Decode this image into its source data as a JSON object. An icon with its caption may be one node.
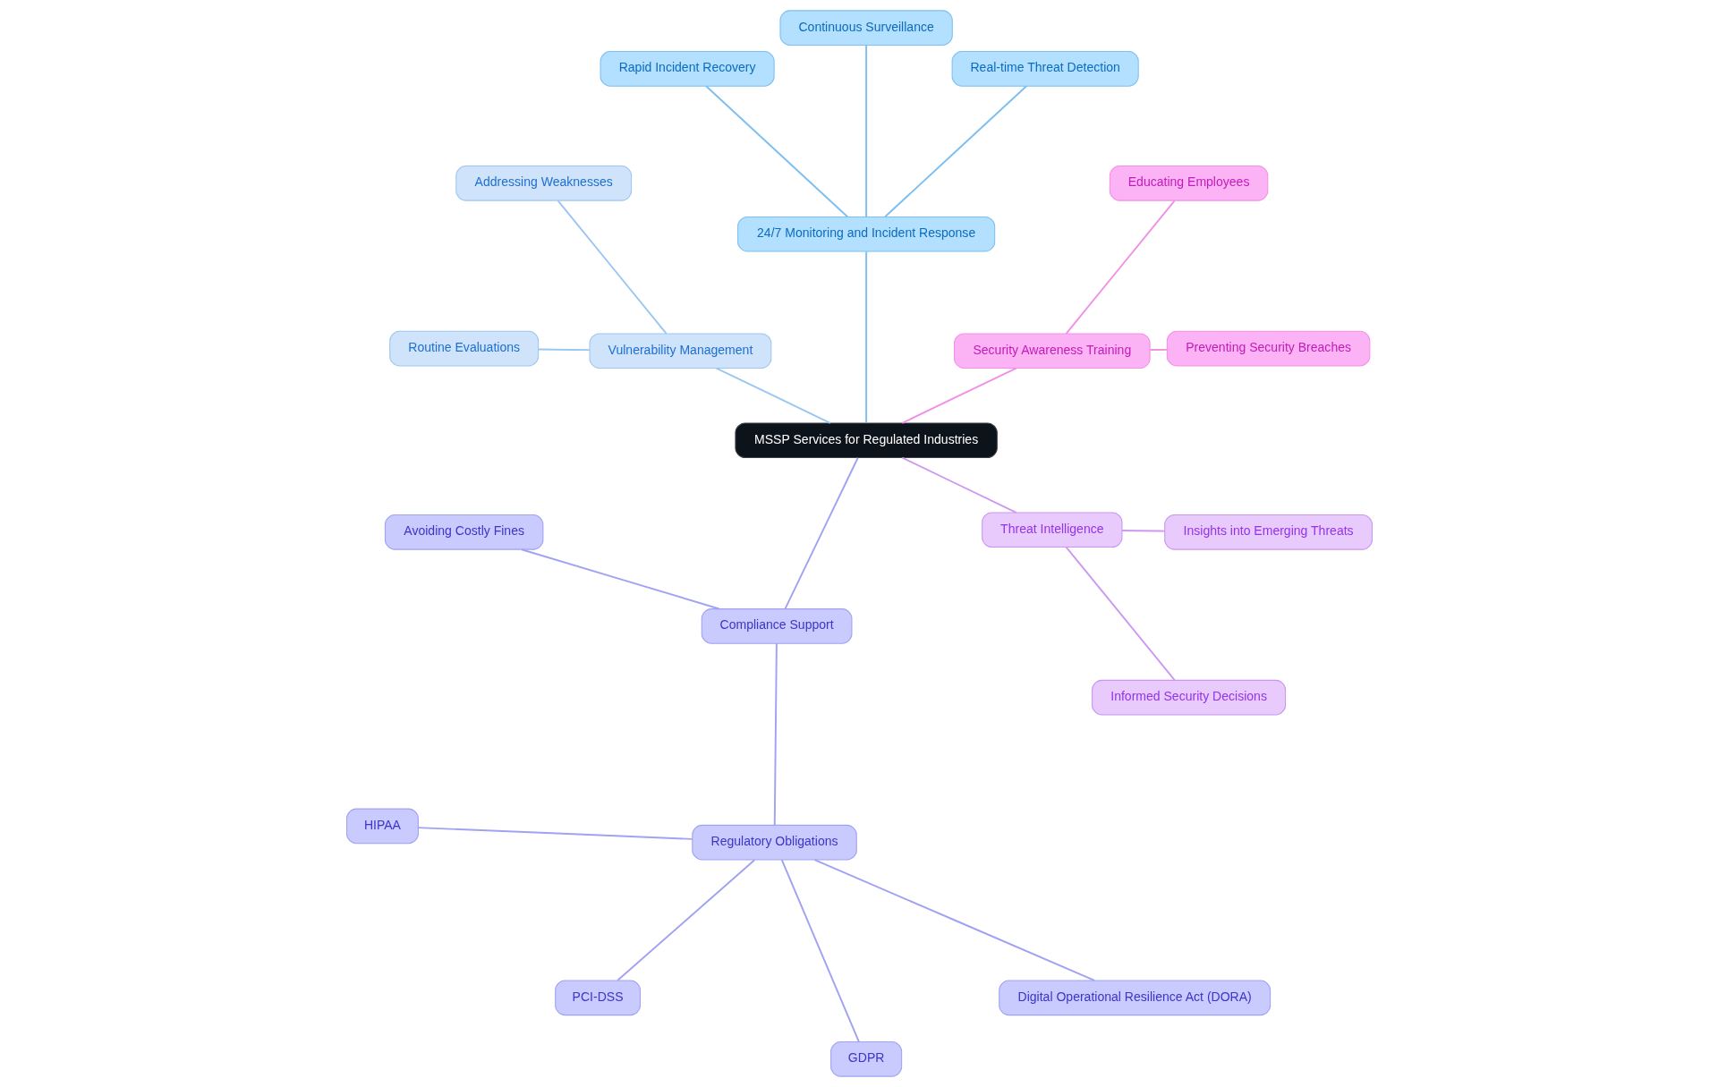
{
  "diagram": {
    "nodes": [
      {
        "text": [
          "MSSP Services for Regulated Industries"
        ]
      },
      {
        "text": [
          "Security Awareness Training"
        ]
      },
      {
        "text": [
          "Preventing Security Breaches"
        ]
      },
      {
        "text": [
          "Educating Employees"
        ]
      },
      {
        "text": [
          "24/7 Monitoring and Incident Response"
        ]
      },
      {
        "text": [
          "Real-time Threat Detection"
        ]
      },
      {
        "text": [
          "Continuous Surveillance"
        ]
      },
      {
        "text": [
          "Rapid Incident Recovery"
        ]
      },
      {
        "text": [
          "Vulnerability Management"
        ]
      },
      {
        "text": [
          "Addressing Weaknesses"
        ]
      },
      {
        "text": [
          "Routine Evaluations"
        ]
      },
      {
        "text": [
          "Compliance Support"
        ]
      },
      {
        "text": [
          "Avoiding Costly Fines"
        ]
      },
      {
        "text": [
          "Regulatory Obligations"
        ]
      },
      {
        "text": [
          "HIPAA"
        ]
      },
      {
        "text": [
          "PCI-DSS"
        ]
      },
      {
        "text": [
          "GDPR"
        ]
      },
      {
        "text": [
          "Digital Operational Resilience Act (DORA)"
        ]
      },
      {
        "text": [
          "Threat Intelligence"
        ]
      },
      {
        "text": [
          "Informed Security Decisions"
        ]
      },
      {
        "text": [
          "Insights into Emerging Threats"
        ]
      }
    ],
    "edges": [
      {
        "from": 0,
        "to": 1,
        "arrow": "none",
        "color": "#f190e6"
      },
      {
        "from": 1,
        "to": 2,
        "arrow": "none",
        "color": "#f190e6"
      },
      {
        "from": 1,
        "to": 3,
        "arrow": "none",
        "color": "#f190e6"
      },
      {
        "from": 0,
        "to": 4,
        "arrow": "none",
        "color": "#7cbff0"
      },
      {
        "from": 4,
        "to": 5,
        "arrow": "none",
        "color": "#7cbff0"
      },
      {
        "from": 4,
        "to": 6,
        "arrow": "none",
        "color": "#7cbff0"
      },
      {
        "from": 4,
        "to": 7,
        "arrow": "none",
        "color": "#7cbff0"
      },
      {
        "from": 0,
        "to": 8,
        "arrow": "none",
        "color": "#9cc6f2"
      },
      {
        "from": 8,
        "to": 9,
        "arrow": "none",
        "color": "#9cc6f2"
      },
      {
        "from": 8,
        "to": 10,
        "arrow": "none",
        "color": "#9cc6f2"
      },
      {
        "from": 0,
        "to": 11,
        "arrow": "none",
        "color": "#a0a2f2"
      },
      {
        "from": 11,
        "to": 12,
        "arrow": "none",
        "color": "#a0a2f2"
      },
      {
        "from": 11,
        "to": 13,
        "arrow": "none",
        "color": "#a0a2f2"
      },
      {
        "from": 13,
        "to": 14,
        "arrow": "none",
        "color": "#a0a2f2"
      },
      {
        "from": 13,
        "to": 15,
        "arrow": "none",
        "color": "#a0a2f2"
      },
      {
        "from": 13,
        "to": 16,
        "arrow": "none",
        "color": "#a0a2f2"
      },
      {
        "from": 13,
        "to": 17,
        "arrow": "none",
        "color": "#a0a2f2"
      },
      {
        "from": 0,
        "to": 18,
        "arrow": "none",
        "color": "#cc99f0"
      },
      {
        "from": 18,
        "to": 19,
        "arrow": "none",
        "color": "#cc99f0"
      },
      {
        "from": 18,
        "to": 20,
        "arrow": "none",
        "color": "#cc99f0"
      }
    ]
  }
}
